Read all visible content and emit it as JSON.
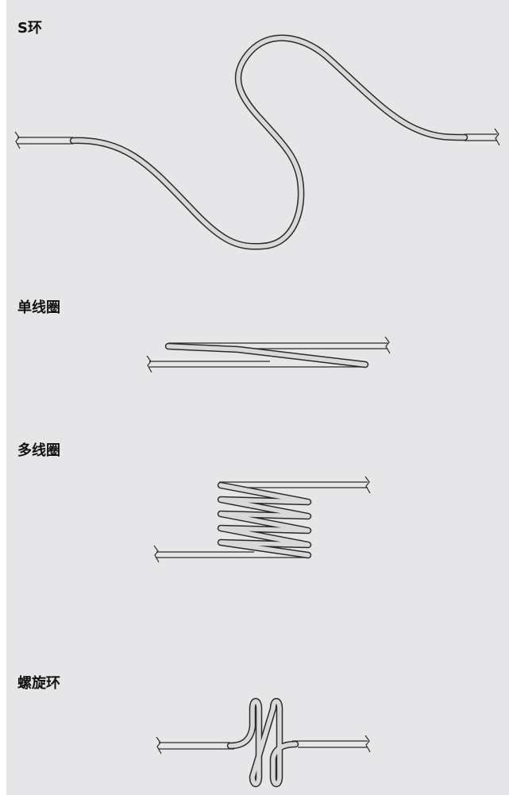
{
  "colors": {
    "background": "#e6e6e8",
    "wire_outline": "#2a2a2a",
    "wire_core": "#d9d9d9",
    "label": "#111111"
  },
  "sections": [
    {
      "key": "s_loop",
      "label": "S环"
    },
    {
      "key": "single_coil",
      "label": "单线圈"
    },
    {
      "key": "multi_coil",
      "label": "多线圈"
    },
    {
      "key": "spiral_loop",
      "label": "螺旋环"
    }
  ]
}
